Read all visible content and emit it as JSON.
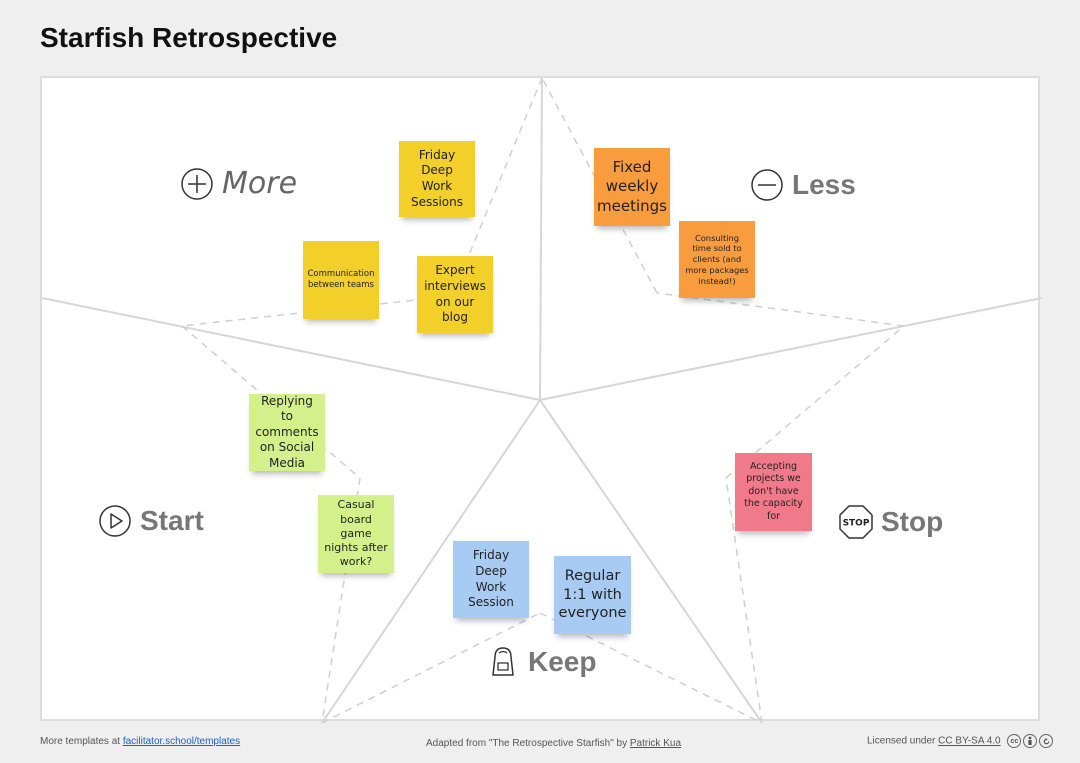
{
  "page": {
    "title": "Starfish Retrospective"
  },
  "sections": {
    "more": "More",
    "less": "Less",
    "start": "Start",
    "stop": "Stop",
    "keep": "Keep",
    "stop_sign": "STOP"
  },
  "notes": {
    "friday_deep_work": "Friday Deep Work Sessions",
    "communication": "Communication between teams",
    "expert_interviews": "Expert interviews on our blog",
    "fixed_meetings": "Fixed weekly meetings",
    "consulting_time": "Consulting time sold to clients (and more packages instead!)",
    "replying_comments": "Replying to comments on Social Media",
    "casual_board_game": "Casual board game nights after work?",
    "friday_deep_work_session": "Friday Deep Work Session",
    "regular_1on1": "Regular 1:1 with everyone",
    "accepting_projects": "Accepting projects we don't have the capacity for"
  },
  "colors": {
    "yellow": "#f3cf2a",
    "orange": "#f89c3d",
    "green": "#d4f08a",
    "blue": "#a8cbf3",
    "pink": "#f17a8a"
  },
  "footer": {
    "left_prefix": "More templates at",
    "left_link": "facilitator.school/templates",
    "center_prefix": "Adapted from \"The Retrospective Starfish\" by",
    "center_link": "Patrick Kua",
    "right_prefix": "Licensed under",
    "right_link": "CC BY-SA 4.0",
    "icons": [
      "cc-icon",
      "by-icon",
      "sa-icon"
    ]
  }
}
